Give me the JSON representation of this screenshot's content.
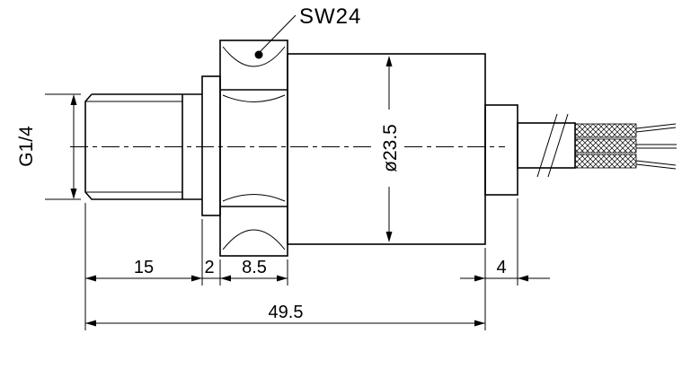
{
  "drawing": {
    "title": "pressure-sensor-outline-drawing",
    "labels": {
      "wrench_size": "SW24",
      "thread": "G1/4",
      "body_diameter": "ø23.5"
    },
    "dimensions": {
      "thread_length": "15",
      "flange_width": "2",
      "hex_width": "8.5",
      "step_width": "4",
      "total_length": "49.5"
    },
    "colors": {
      "line": "#000000",
      "background": "#ffffff"
    }
  }
}
